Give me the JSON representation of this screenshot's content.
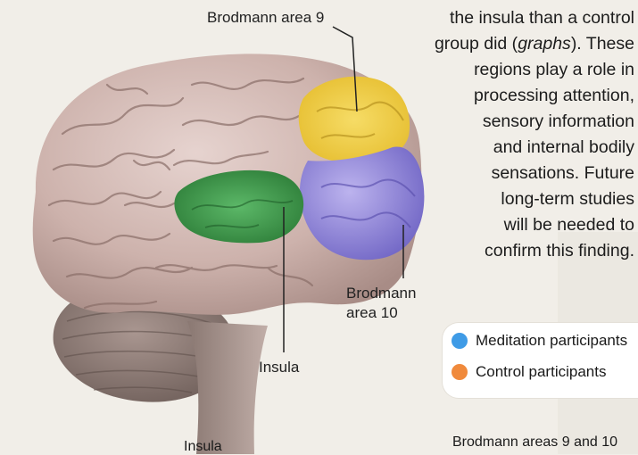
{
  "labels": {
    "brodmann_9": "Brodmann area 9",
    "brodmann_10_line1": "Brodmann",
    "brodmann_10_line2": "area 10",
    "insula": "Insula"
  },
  "caption": {
    "line1_start": "the insula than a control",
    "line2_start": "group did (",
    "line2_em": "graphs",
    "line2_end": "). These",
    "line3": "regions play a role in",
    "line4": "processing attention,",
    "line5": "sensory information",
    "line6": "and internal bodily",
    "line7": "sensations. Future",
    "line8": "long-term studies",
    "line9": "will be needed to",
    "line10": "confirm this finding."
  },
  "legend": {
    "items": [
      {
        "label": "Meditation participants",
        "color": "#3f9be6"
      },
      {
        "label": "Control participants",
        "color": "#f08a3c"
      }
    ]
  },
  "bottom": {
    "left_label": "Insula",
    "right_label": "Brodmann areas 9 and 10"
  },
  "colors": {
    "brodmann_9": "#f1cf45",
    "brodmann_10": "#8c82d8",
    "insula": "#3f9a4a",
    "brain": "#cdb2ac",
    "cerebellum": "#8f7b74"
  }
}
